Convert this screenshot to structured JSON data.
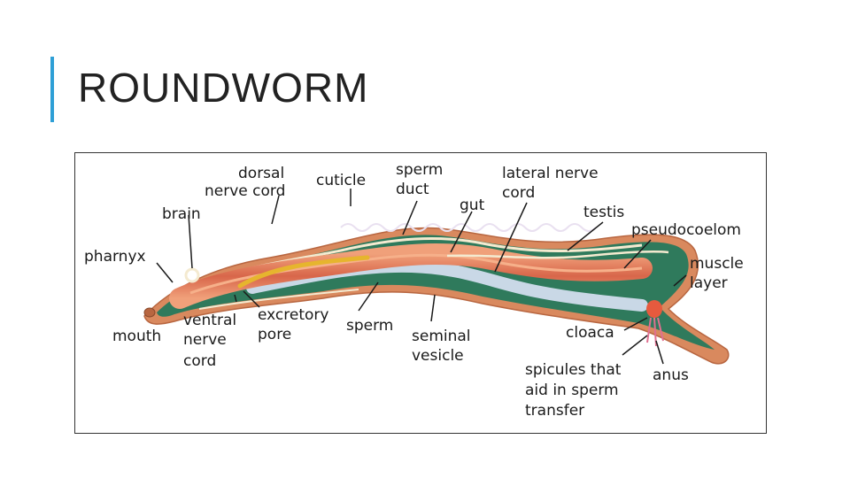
{
  "slide": {
    "title": "ROUNDWORM",
    "accent_color": "#2e9fd6"
  },
  "diagram": {
    "labels": {
      "dorsal_nerve_cord": [
        "dorsal",
        "nerve cord"
      ],
      "cuticle": [
        "cuticle"
      ],
      "sperm_duct": [
        "sperm",
        "duct"
      ],
      "gut": [
        "gut"
      ],
      "lateral_nerve_cord": [
        "lateral nerve",
        "cord"
      ],
      "testis": [
        "testis"
      ],
      "pseudocoelom": [
        "pseudocoelom"
      ],
      "brain": [
        "brain"
      ],
      "pharnyx": [
        "pharnyx"
      ],
      "muscle_layer": [
        "muscle",
        "layer"
      ],
      "mouth": [
        "mouth"
      ],
      "ventral_nerve_cord": [
        "ventral",
        "nerve",
        "cord"
      ],
      "excretory_pore": [
        "excretory",
        "pore"
      ],
      "sperm": [
        "sperm"
      ],
      "seminal_vesicle": [
        "seminal",
        "vesicle"
      ],
      "cloaca": [
        "cloaca"
      ],
      "anus": [
        "anus"
      ],
      "spicules": [
        "spicules that",
        "aid in sperm",
        "transfer"
      ]
    },
    "colors": {
      "cuticle": "#d9895e",
      "muscle": "#2f7a5c",
      "gut": "#e07a5a",
      "gut_highlight": "#f6b08a",
      "reproductive": "#c9d8e6",
      "nerve": "#f4ead0",
      "excretory": "#e6b52e"
    }
  }
}
